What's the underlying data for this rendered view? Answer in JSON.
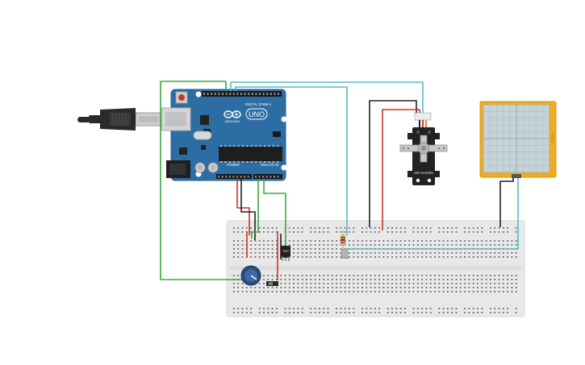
{
  "arduino": {
    "model_label": "UNO",
    "brand_label": "ARDUINO",
    "digital_label": "DIGITAL (PWM~)",
    "power_label": "POWER",
    "analog_label": "ANALOG IN",
    "board_color": "#2c6ea3"
  },
  "servo": {
    "model_label": "SM-S2309S",
    "body_color": "#222222"
  },
  "sensor": {
    "label": "TMP"
  },
  "colors": {
    "wire_green": "#3aa843",
    "wire_teal": "#55bcc4",
    "wire_black": "#222222",
    "wire_red": "#d3302a",
    "breadboard": "#e8e8e8",
    "scope_frame": "#f2ab1e",
    "scope_screen": "#c6d3d6"
  },
  "icons": {
    "usb": "usb-cable-icon",
    "potentiometer": "potentiometer-icon",
    "slide_switch": "slide-switch-icon",
    "led": "led-icon",
    "resistor": "resistor-icon"
  }
}
